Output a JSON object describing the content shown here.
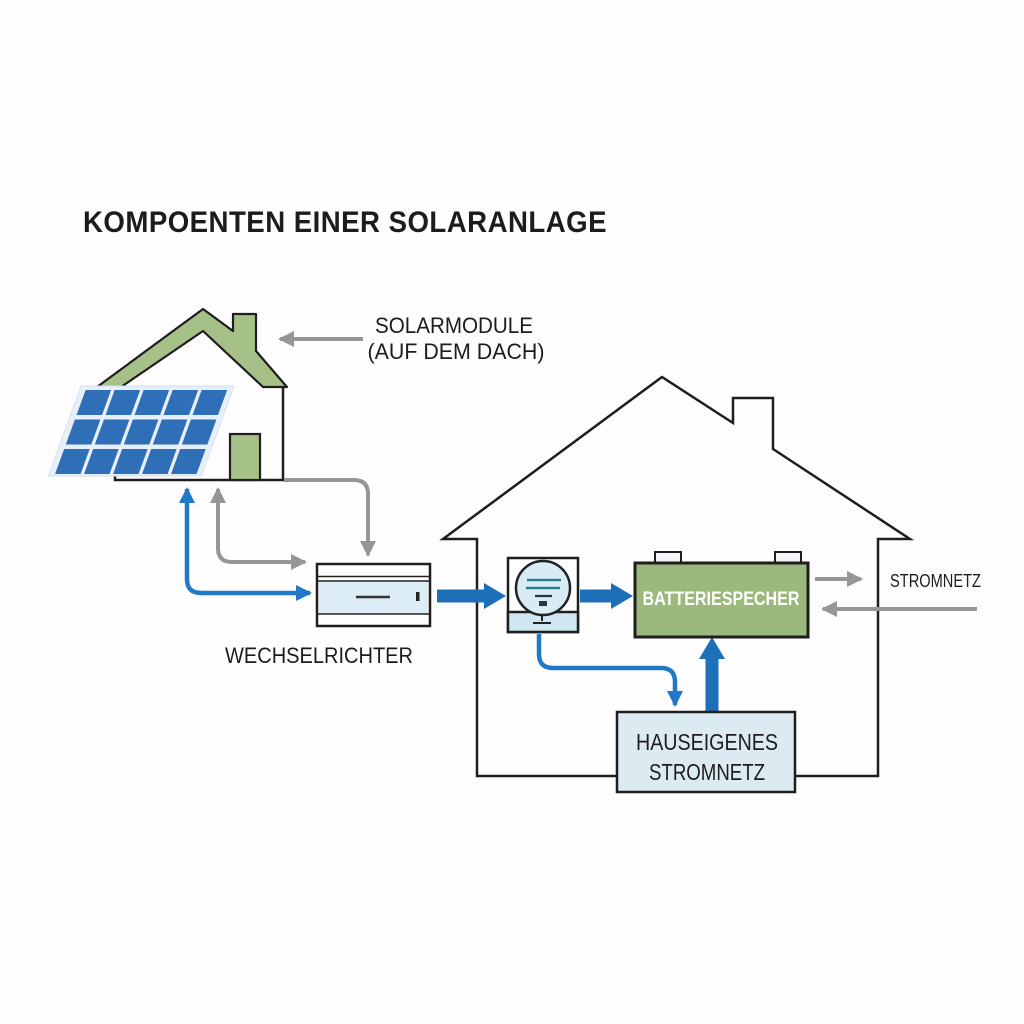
{
  "title": "KOMPOENTEN EINER SOLARANLAGE",
  "labels": {
    "solar_line1": "SOLARMODULE",
    "solar_line2": "(AUF DEM DACH)",
    "inverter": "WECHSELRICHTER",
    "battery": "BATTERIESPECHER",
    "grid": "STROMNETZ",
    "home_grid_line1": "HAUSEIGENES",
    "home_grid_line2": "STROMNETZ"
  },
  "icons": {
    "solar_house": "house-with-solar-panels-icon",
    "solar_panel": "solar-panel-grid-icon",
    "inverter": "inverter-box-icon",
    "meter": "electricity-meter-icon",
    "battery": "battery-storage-icon",
    "big_house": "house-outline-icon"
  },
  "colors": {
    "roof_green": "#a6c187",
    "battery_green": "#9cb97d",
    "panel_blue": "#2e6fb7",
    "panel_frame": "#e7effa",
    "light_blue": "#ddedf5",
    "meter_circle": "#d9ecf5",
    "box_blue": "#dcebf2",
    "arrow_blue": "#1d6fb7",
    "line_blue": "#2079c8",
    "arrow_gray": "#969696",
    "outline": "#1e1e1e",
    "teal_line": "#2e7b8c"
  }
}
